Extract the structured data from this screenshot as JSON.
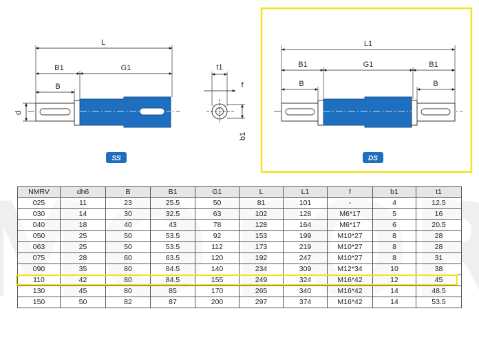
{
  "colors": {
    "shaft_blue": "#1f6fc0",
    "highlight_yellow": "#f2e21a",
    "badge_blue": "#1f6fc0",
    "watermark_gray": "#ececec"
  },
  "watermark": {
    "text": "MOTOR"
  },
  "drawing": {
    "ss": {
      "badge": "SS",
      "dims": {
        "L": "L",
        "B1": "B1",
        "G1": "G1",
        "B": "B",
        "d": "d"
      }
    },
    "section": {
      "dims": {
        "t1": "t1",
        "f": "f",
        "b1": "b1"
      }
    },
    "ds": {
      "badge": "DS",
      "dims": {
        "L1": "L1",
        "B1_left": "B1",
        "G1": "G1",
        "B1_right": "B1",
        "B_left": "B",
        "B_right": "B"
      }
    }
  },
  "table": {
    "headers": [
      "NMRV",
      "dh6",
      "B",
      "B1",
      "G1",
      "L",
      "L1",
      "f",
      "b1",
      "t1"
    ],
    "rows": [
      [
        "025",
        "11",
        "23",
        "25.5",
        "50",
        "81",
        "101",
        "-",
        "4",
        "12.5"
      ],
      [
        "030",
        "14",
        "30",
        "32.5",
        "63",
        "102",
        "128",
        "M6*17",
        "5",
        "16"
      ],
      [
        "040",
        "18",
        "40",
        "43",
        "78",
        "128",
        "164",
        "M6*17",
        "6",
        "20.5"
      ],
      [
        "050",
        "25",
        "50",
        "53.5",
        "92",
        "153",
        "199",
        "M10*27",
        "8",
        "28"
      ],
      [
        "063",
        "25",
        "50",
        "53.5",
        "112",
        "173",
        "219",
        "M10*27",
        "8",
        "28"
      ],
      [
        "075",
        "28",
        "60",
        "63.5",
        "120",
        "192",
        "247",
        "M10*27",
        "8",
        "31"
      ],
      [
        "090",
        "35",
        "80",
        "84.5",
        "140",
        "234",
        "309",
        "M12*34",
        "10",
        "38"
      ],
      [
        "110",
        "42",
        "80",
        "84.5",
        "155",
        "249",
        "324",
        "M16*42",
        "12",
        "45"
      ],
      [
        "130",
        "45",
        "80",
        "85",
        "170",
        "265",
        "340",
        "M16*42",
        "14",
        "48.5"
      ],
      [
        "150",
        "50",
        "82",
        "87",
        "200",
        "297",
        "374",
        "M16*42",
        "14",
        "53.5"
      ]
    ]
  }
}
